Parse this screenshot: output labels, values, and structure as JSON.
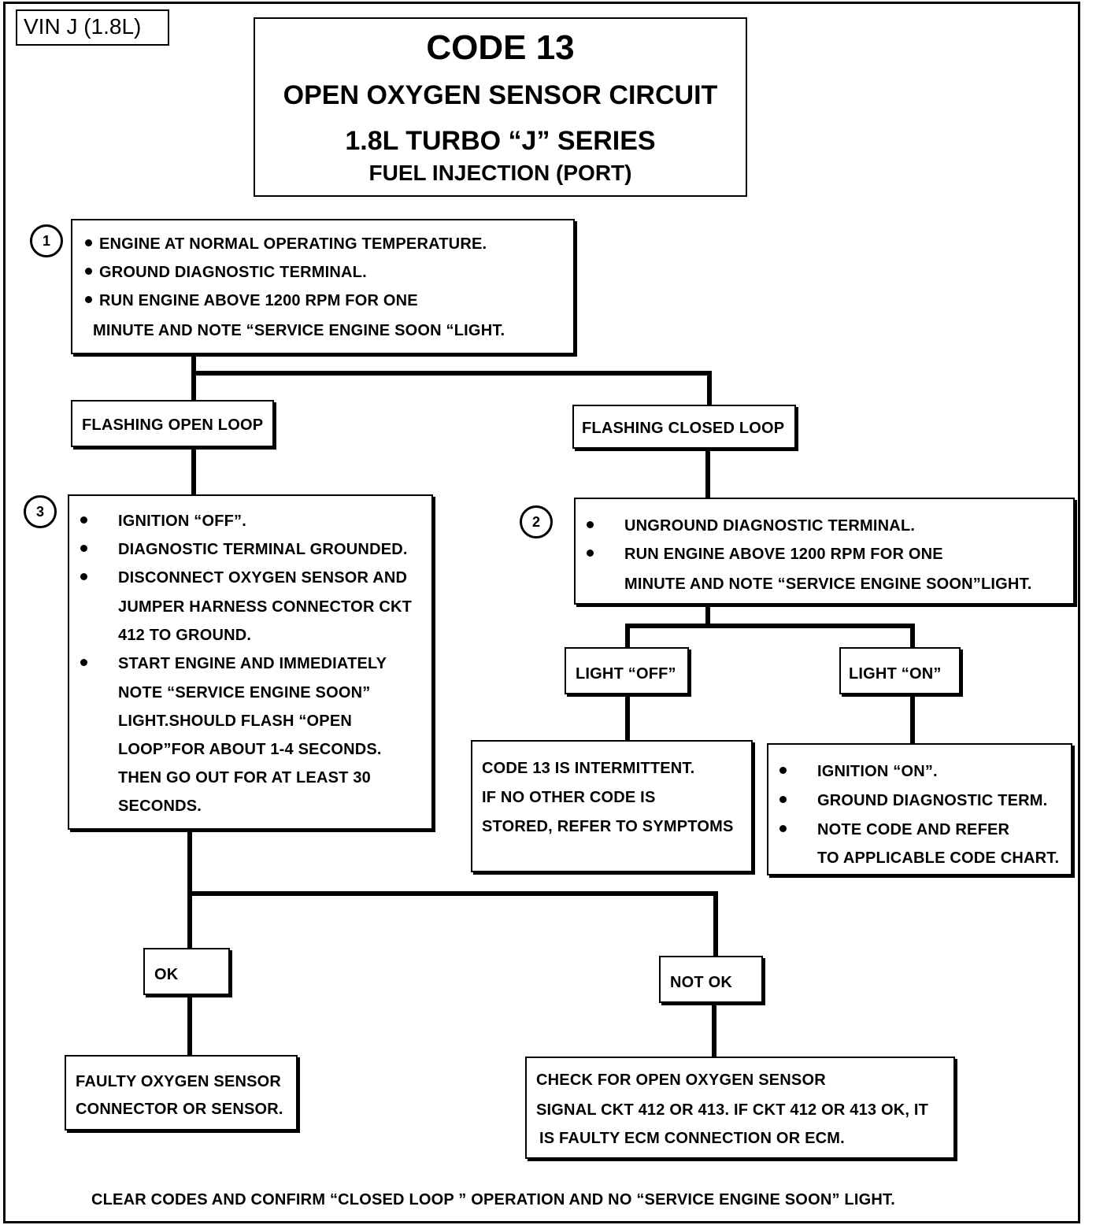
{
  "vin_label": "VIN J (1.8L)",
  "title": {
    "code": "CODE 13",
    "line2": "OPEN OXYGEN SENSOR CIRCUIT",
    "line3": "1.8L TURBO  “J”  SERIES",
    "line4": "FUEL INJECTION (PORT)"
  },
  "step1": {
    "number": "1",
    "lines": [
      "ENGINE AT NORMAL OPERATING TEMPERATURE.",
      "GROUND DIAGNOSTIC TERMINAL.",
      "RUN ENGINE ABOVE 1200 RPM FOR ONE",
      "MINUTE AND NOTE “SERVICE ENGINE SOON “LIGHT."
    ]
  },
  "branch_open_loop": "FLASHING OPEN LOOP",
  "branch_closed_loop": "FLASHING CLOSED LOOP",
  "step3": {
    "number": "3",
    "lines": [
      "IGNITION “OFF”.",
      "DIAGNOSTIC TERMINAL GROUNDED.",
      "DISCONNECT OXYGEN SENSOR AND",
      "JUMPER HARNESS CONNECTOR CKT",
      "412 TO GROUND.",
      "START ENGINE AND IMMEDIATELY",
      "NOTE “SERVICE ENGINE SOON”",
      "LIGHT.SHOULD FLASH “OPEN",
      "LOOP”FOR ABOUT 1-4 SECONDS.",
      "THEN GO OUT FOR AT LEAST 30",
      "SECONDS."
    ]
  },
  "step2": {
    "number": "2",
    "lines": [
      "UNGROUND DIAGNOSTIC TERMINAL.",
      "RUN ENGINE ABOVE 1200 RPM FOR ONE",
      "MINUTE  AND NOTE “SERVICE  ENGINE  SOON”LIGHT."
    ]
  },
  "light_off": "LIGHT “OFF”",
  "light_on": "LIGHT “ON”",
  "intermittent": {
    "lines": [
      "CODE 13 IS INTERMITTENT.",
      "IF NO OTHER CODE IS",
      "STORED, REFER TO SYMPTOMS"
    ]
  },
  "ignition_on": {
    "lines": [
      "IGNITION “ON”.",
      "GROUND DIAGNOSTIC TERM.",
      "NOTE CODE AND REFER",
      "TO APPLICABLE CODE CHART."
    ]
  },
  "ok_label": "OK",
  "not_ok_label": "NOT OK",
  "faulty_sensor": {
    "lines": [
      "FAULTY OXYGEN SENSOR",
      "CONNECTOR OR SENSOR."
    ]
  },
  "check_open": {
    "lines": [
      "CHECK FOR OPEN OXYGEN SENSOR",
      "SIGNAL CKT 412 OR 413.  IF CKT 412 OR 413 OK, IT",
      "IS FAULTY  ECM CONNECTION OR ECM."
    ]
  },
  "footer": "CLEAR CODES AND CONFIRM “CLOSED LOOP ” OPERATION AND NO “SERVICE ENGINE  SOON” LIGHT."
}
